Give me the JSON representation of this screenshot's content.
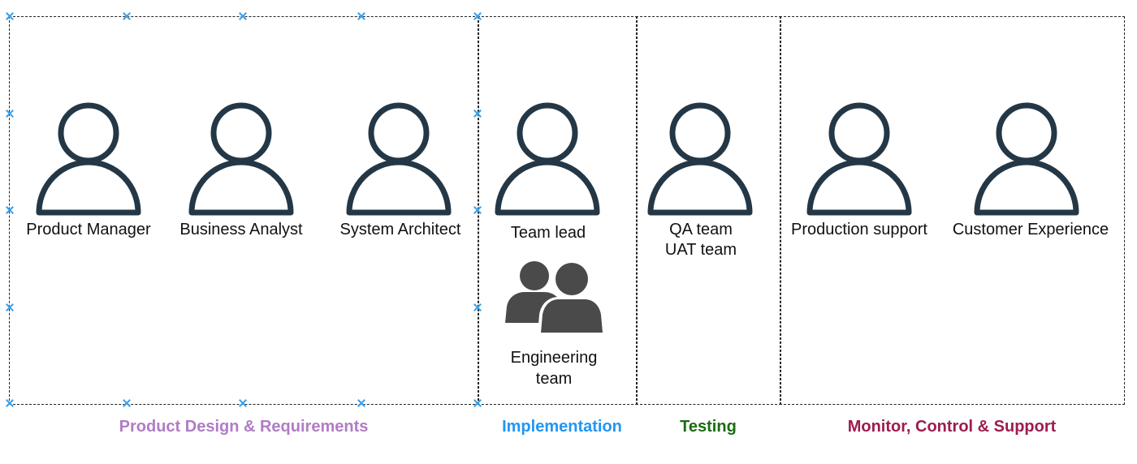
{
  "roles": [
    {
      "id": "product-manager",
      "label": "Product Manager"
    },
    {
      "id": "business-analyst",
      "label": "Business Analyst"
    },
    {
      "id": "system-architect",
      "label": "System Architect"
    },
    {
      "id": "team-lead",
      "label": "Team lead"
    },
    {
      "id": "qa-team",
      "label": "QA team"
    },
    {
      "id": "uat-team",
      "label": "UAT team"
    },
    {
      "id": "production-support",
      "label": "Production support"
    },
    {
      "id": "customer-experience",
      "label": "Customer Experience"
    }
  ],
  "engineering": {
    "line1": "Engineering",
    "line2": "team"
  },
  "phases": [
    {
      "label": "Product Design & Requirements",
      "color": "#b07cc6"
    },
    {
      "label": "Implementation",
      "color": "#2196f3"
    },
    {
      "label": "Testing",
      "color": "#1b6b12"
    },
    {
      "label": "Monitor, Control & Support",
      "color": "#9c1d4e"
    }
  ],
  "icons": {
    "person": "person-outline-icon",
    "group": "people-group-icon",
    "handle": "selection-handle-icon"
  },
  "colors": {
    "outline": "#243746",
    "group": "#4a4a4a",
    "selection": "#3aa0e8"
  }
}
